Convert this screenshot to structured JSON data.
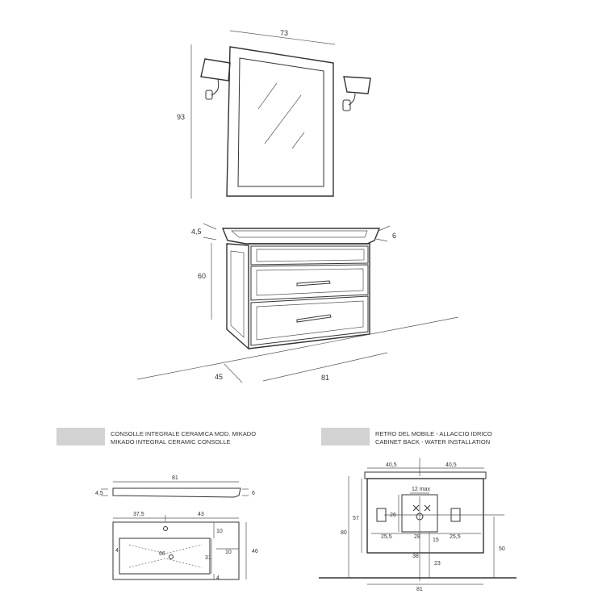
{
  "main": {
    "mirror_width": "73",
    "mirror_height": "93",
    "top_thickness_left": "4,5",
    "top_thickness_right": "6",
    "cabinet_height": "60",
    "cabinet_depth": "45",
    "cabinet_width": "81"
  },
  "console": {
    "title_line1": "CONSOLLE INTEGRALE CERAMICA MOD. MIKADO",
    "title_line2": "MIKADO INTEGRAL CERAMIC CONSOLLE",
    "width": "81",
    "thickness_left": "4,5",
    "thickness_right": "6",
    "left_offset": "37,5",
    "right_offset": "43",
    "top_margin": "10",
    "side_margin_right": "10",
    "side_margin_left": "4",
    "basin_length": "66",
    "basin_depth": "31",
    "bottom_margin": "4",
    "total_depth": "46"
  },
  "back": {
    "title_line1": "RETRO DEL MOBILE - ALLACCIO IDRICO",
    "title_line2": "CABINET BACK - WATER INSTALLATION",
    "left_half": "40,5",
    "right_half": "40,5",
    "max_label": "12 max",
    "height_outer": "80",
    "height_inner": "57",
    "box_height": "26",
    "left_pipe": "25,5",
    "center_width": "28",
    "right_pipe": "25,5",
    "drain_offset": "15",
    "floor_height": "50",
    "drain_height": "38",
    "drain_floor": "23",
    "bottom_width": "81"
  },
  "colors": {
    "line": "#333333",
    "caption_box": "#d2d2d2"
  }
}
